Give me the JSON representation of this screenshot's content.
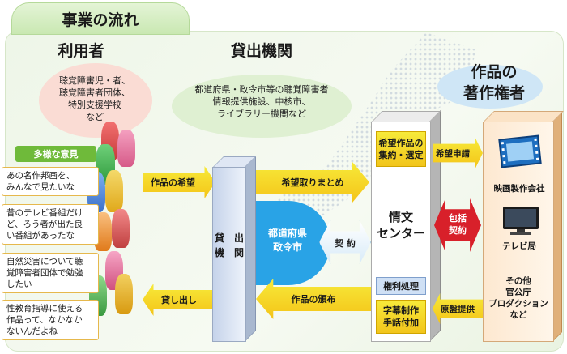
{
  "title": "事業の流れ",
  "users": {
    "heading": "利用者",
    "desc_lines": [
      "聴覚障害児・者、",
      "聴覚障害者団体、",
      "特別支援学校",
      "など"
    ],
    "opinions_tag": "多様な意見",
    "quotes": [
      [
        "あの名作邦画を、",
        "みんなで見たいな"
      ],
      [
        "昔のテレビ番組だけ",
        "ど、ろう者が出た良",
        "い番組があったな"
      ],
      [
        "自然災害について聴",
        "覚障害者団体で勉強",
        "したい"
      ],
      [
        "性教育指導に使える",
        "作品って、なかなか",
        "ないんだよね"
      ]
    ]
  },
  "lenders": {
    "heading": "貸出機関",
    "desc_lines": [
      "都道府県・政令市等の聴覚障害者",
      "情報提供施設、中核市、",
      "ライブラリー機関など"
    ],
    "tower_label": "貸出機関",
    "tower_label_lines": [
      "貸　出",
      "機　関"
    ]
  },
  "prefecture": [
    "都道府県",
    "政令市"
  ],
  "contract": "契 約",
  "center": {
    "name_lines": [
      "情文",
      "センター"
    ],
    "top_box": [
      "希望作品の",
      "集約・選定"
    ],
    "rights_box": "権利処理",
    "caption_box": [
      "字幕制作",
      "手話付加"
    ]
  },
  "rights_holders": {
    "heading_lines": [
      "作品の",
      "著作権者"
    ],
    "items": {
      "film": "映画製作会社",
      "tv": "テレビ局",
      "other": [
        "その他",
        "官公庁",
        "プロダクション",
        "など"
      ]
    }
  },
  "arrows": {
    "wish": "作品の希望",
    "gather": "希望取りまとめ",
    "request": "希望申請",
    "comprehensive": [
      "包括",
      "契約"
    ],
    "lend": "貸し出し",
    "distribute": "作品の頒布",
    "master": "原盤提供"
  },
  "colors": {
    "yellow": "#f4c418",
    "blue": "#29a3e6",
    "green": "#6fba3a",
    "red": "#d8202a"
  }
}
